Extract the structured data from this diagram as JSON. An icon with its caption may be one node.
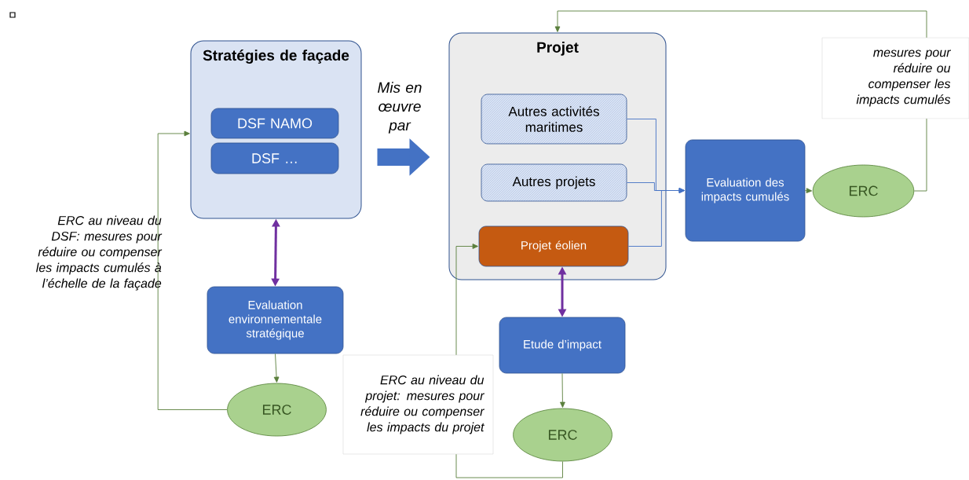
{
  "diagram": {
    "nodes": [
      {
        "text": [
          "Stratégies de façade"
        ]
      },
      {
        "text": [
          "DSF NAMO"
        ],
        "in": 0
      },
      {
        "text": [
          "DSF …"
        ],
        "in": 0
      },
      {
        "text": [
          "Projet"
        ]
      },
      {
        "text": [
          "Autres activités maritimes"
        ],
        "in": 3
      },
      {
        "text": [
          "Autres projets"
        ],
        "in": 3
      },
      {
        "text": [
          "Projet éolien"
        ],
        "in": 3
      },
      {
        "text": [
          "Evaluation des impacts cumulés"
        ]
      },
      {
        "text": [
          "ERC"
        ]
      },
      {
        "text": [
          "Evaluation environnementale stratégique"
        ]
      },
      {
        "text": [
          "ERC"
        ]
      },
      {
        "text": [
          "Etude d’impact"
        ]
      },
      {
        "text": [
          "ERC"
        ]
      }
    ],
    "edges": [
      {
        "from": 0,
        "to": 3,
        "arrow": "to",
        "label": "Mis en œuvre par",
        "style": "thick",
        "color": "#4472c4"
      },
      {
        "from": 0,
        "to": 9,
        "arrow": "both",
        "style": "thick",
        "color": "#7030a0"
      },
      {
        "from": 9,
        "to": 10,
        "arrow": "to",
        "color": "#5a7f3c"
      },
      {
        "from": 10,
        "to": 0,
        "arrow": "to",
        "color": "#5a7f3c",
        "label": "ERC au niveau du DSF: mesures pour réduire ou compenser les impacts cumulés à l’échelle de la façade"
      },
      {
        "from": 4,
        "to": 7,
        "arrow": "to",
        "color": "#4472c4"
      },
      {
        "from": 5,
        "to": 7,
        "arrow": "to",
        "color": "#4472c4"
      },
      {
        "from": 6,
        "to": 7,
        "arrow": "to",
        "color": "#4472c4"
      },
      {
        "from": 7,
        "to": 8,
        "arrow": "to",
        "color": "#5a7f3c"
      },
      {
        "from": 8,
        "to": 3,
        "arrow": "to",
        "color": "#5a7f3c",
        "label": "mesures pour réduire ou compenser les impacts cumulés"
      },
      {
        "from": 6,
        "to": 11,
        "arrow": "both",
        "style": "thick",
        "color": "#7030a0"
      },
      {
        "from": 11,
        "to": 12,
        "arrow": "to",
        "color": "#5a7f3c"
      },
      {
        "from": 12,
        "to": 6,
        "arrow": "to",
        "color": "#5a7f3c",
        "label": "ERC au niveau du projet: mesures pour réduire ou compenser les impacts du projet"
      }
    ]
  }
}
